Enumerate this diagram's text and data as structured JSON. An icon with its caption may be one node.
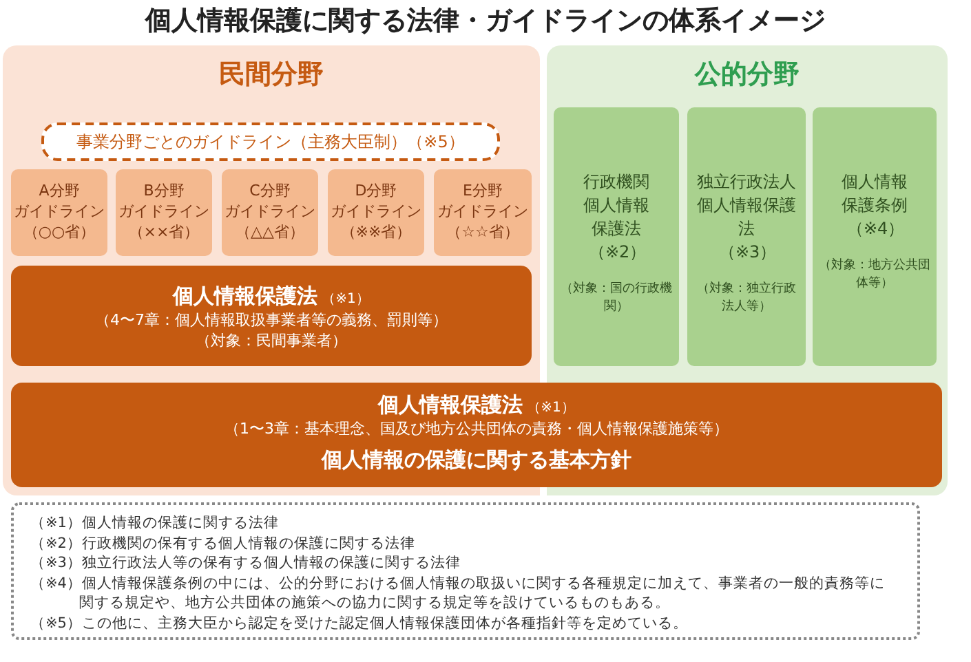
{
  "diagram": {
    "title": "個人情報保護に関する法律・ガイドラインの体系イメージ",
    "nodes": [
      {
        "text": [
          "民間分野"
        ]
      },
      {
        "text": [
          "A分野",
          "ガイドライン",
          "（○○省）"
        ],
        "in": 0
      },
      {
        "text": [
          "B分野",
          "ガイドライン",
          "（××省）"
        ],
        "in": 0
      },
      {
        "text": [
          "C分野",
          "ガイドライン",
          "（△△省）"
        ],
        "in": 0
      },
      {
        "text": [
          "D分野",
          "ガイドライン",
          "（※※省）"
        ],
        "in": 0
      },
      {
        "text": [
          "E分野",
          "ガイドライン",
          "（☆☆省）"
        ],
        "in": 0
      },
      {
        "text": [
          "事業分野ごとのガイドライン（主務大臣制）（※5）"
        ],
        "in": 0
      },
      {
        "text": [
          "個人情報保護法",
          "（※1）",
          "（4〜7章：個人情報取扱事業者等の義務、罰則等）",
          "（対象：民間事業者）"
        ],
        "in": 0
      },
      {
        "text": [
          "公的分野"
        ]
      },
      {
        "text": [
          "行政機関個人情報保護法",
          "（※2）",
          "（対象：国の行政機関）"
        ],
        "in": 8
      },
      {
        "text": [
          "独立行政法人個人情報保護法",
          "（※3）",
          "（対象：独立行政法人等）"
        ],
        "in": 8
      },
      {
        "text": [
          "個人情報保護条例",
          "（※4）",
          "（対象：地方公共団体等）"
        ],
        "in": 8
      },
      {
        "text": [
          "個人情報保護法",
          "（※1）",
          "（1〜3章：基本理念、国及び地方公共団体の責務・個人情報保護施策等）",
          "個人情報の保護に関する基本方針"
        ]
      },
      {
        "text": [
          "（※1）個人情報の保護に関する法律",
          "（※2）行政機関の保有する個人情報の保護に関する法律",
          "（※3）独立行政法人等の保有する個人情報の保護に関する法律",
          "（※4）個人情報保護条例の中には、公的分野における個人情報の取扱いに関する各種規定に加えて、事業者の一般的責務等に関する規定や、地方公共団体の施策への協力に関する規定等を設けているものもある。",
          "（※5）この他に、主務大臣から認定を受けた認定個人情報保護団体が各種指針等を定めている。"
        ]
      }
    ],
    "edges": []
  }
}
